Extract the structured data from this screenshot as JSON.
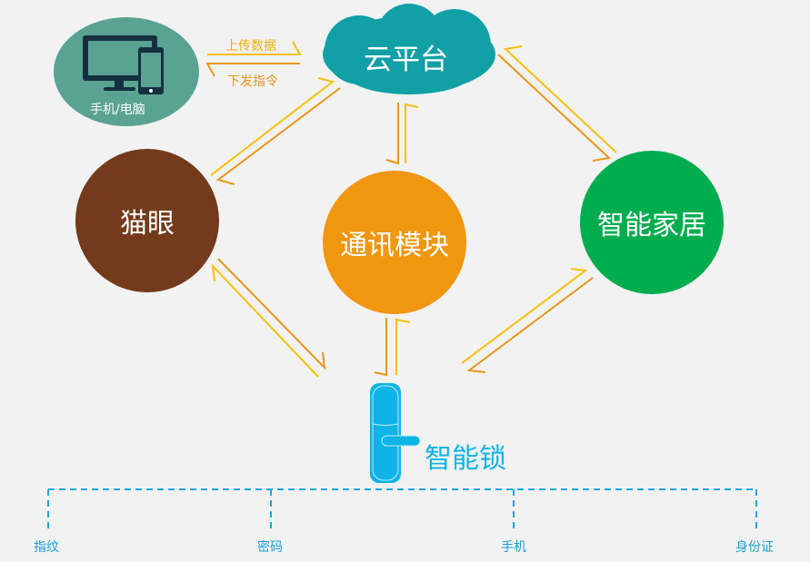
{
  "device": {
    "label": "手机/电脑"
  },
  "cloud": {
    "label": "云平台"
  },
  "flows": {
    "upload": "上传数据",
    "command": "下发指令"
  },
  "nodes": {
    "cat_eye": "猫眼",
    "comm_module": "通讯模块",
    "smart_home": "智能家居"
  },
  "lock": {
    "label": "智能锁"
  },
  "methods": [
    "指纹",
    "密码",
    "手机",
    "身份证"
  ],
  "colors": {
    "device": "#5aa292",
    "cloud": "#10a0a6",
    "cat_eye": "#733a1b",
    "comm": "#f0960f",
    "home": "#00ad4e",
    "lock": "#0db4e6",
    "arrow_yellow": "#f5c010",
    "arrow_orange": "#e8961a"
  }
}
